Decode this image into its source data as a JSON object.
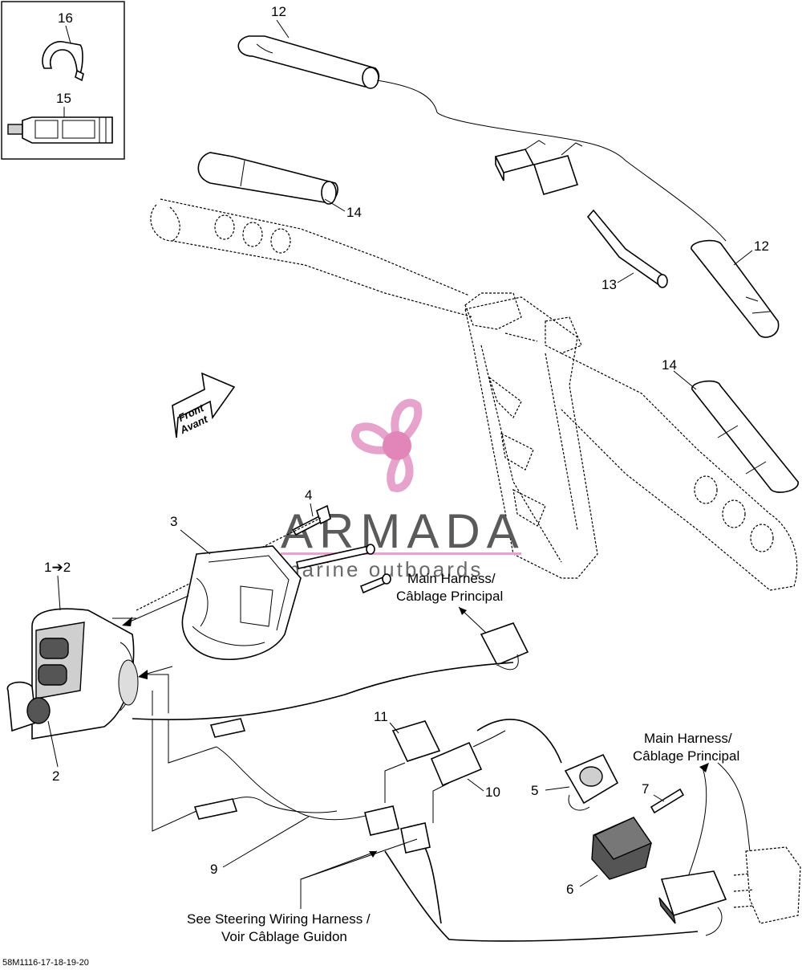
{
  "callouts": {
    "c16": "16",
    "c15": "15",
    "c12_top": "12",
    "c14_top": "14",
    "c12_right": "12",
    "c13": "13",
    "c14_right": "14",
    "c4": "4",
    "c3": "3",
    "c1_2": "1➔2",
    "c2": "2",
    "c11": "11",
    "c10": "10",
    "c5": "5",
    "c7": "7",
    "c6": "6",
    "c9": "9"
  },
  "direction_arrow": {
    "line1": "Front",
    "line2": "Avant"
  },
  "notes": {
    "main_harness_top_line1": "Main Harness/",
    "main_harness_top_line2": "Câblage Principal",
    "main_harness_right_line1": "Main Harness/",
    "main_harness_right_line2": "Câblage Principal",
    "steering_line1": "See Steering Wiring Harness /",
    "steering_line2": "Voir Câblage Guidon"
  },
  "watermark": {
    "brand": "ARMADA",
    "tagline": "marine outboards",
    "logo_color": "#e6a3cc",
    "logo_center_color": "#e285b8"
  },
  "reference_code": "58M1116-17-18-19-20",
  "icons": [
    "propeller-logo-icon"
  ]
}
